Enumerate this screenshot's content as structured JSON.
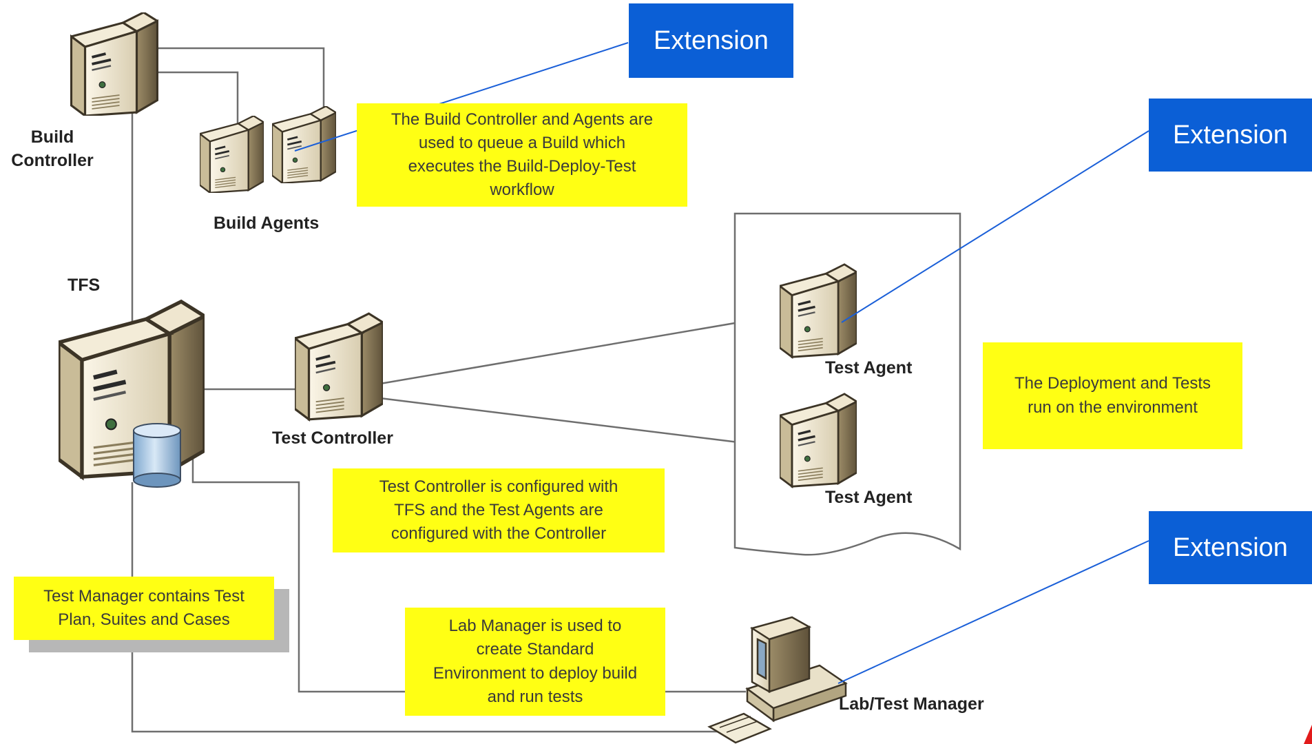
{
  "labels": {
    "build_controller": [
      "Build",
      "Controller"
    ],
    "build_agents": "Build Agents",
    "tfs": "TFS",
    "test_controller": "Test Controller",
    "test_agent_1": "Test Agent",
    "test_agent_2": "Test Agent",
    "lab_test_manager": "Lab/Test Manager"
  },
  "notes": {
    "build": [
      "The Build Controller and Agents are",
      "used to queue a Build which",
      "executes the Build-Deploy-Test",
      "workflow"
    ],
    "deployment": [
      "The Deployment and Tests",
      "run on the environment"
    ],
    "test_controller": [
      "Test Controller is configured with",
      "TFS and the Test Agents are",
      "configured with the Controller"
    ],
    "test_manager": [
      "Test Manager contains Test",
      "Plan, Suites and Cases"
    ],
    "lab_manager": [
      "Lab Manager is used to",
      "create Standard",
      "Environment to deploy build",
      "and run tests"
    ]
  },
  "extensions": {
    "top": "Extension",
    "right_top": "Extension",
    "right_bottom": "Extension"
  },
  "colors": {
    "note_fill": "#ffff14",
    "extension_fill": "#0b5fd6",
    "extension_text": "#ffffff",
    "connector": "#6e6e6e",
    "pointer": "#1a5fd8",
    "corner_mark": "#e21b1b"
  },
  "icons": [
    "server-icon",
    "database-icon",
    "workstation-icon"
  ]
}
